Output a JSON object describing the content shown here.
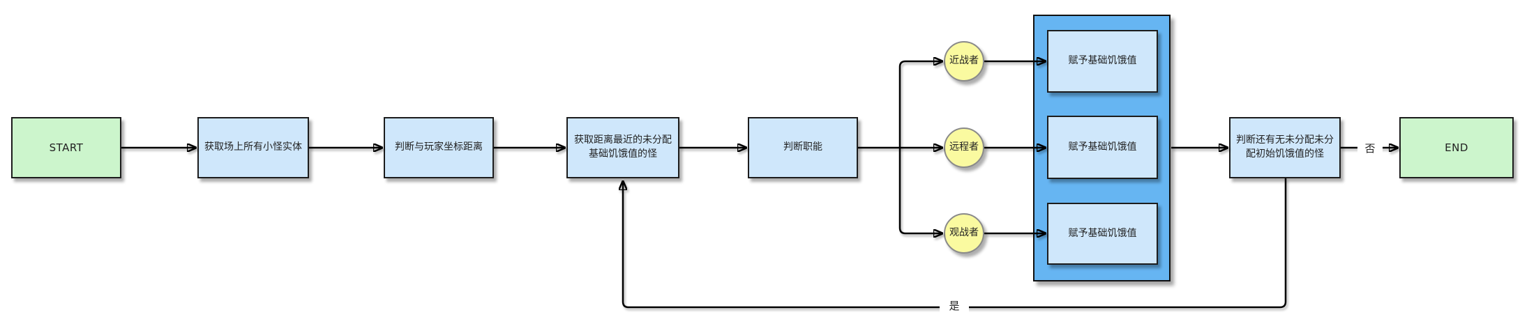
{
  "colors": {
    "terminal_fill": "#ccf5cc",
    "process_fill": "#cfe7fb",
    "role_fill": "#fafaa0",
    "group_fill": "#66b5f2",
    "line_color": "#000000"
  },
  "nodes": {
    "start": "START",
    "get_mobs": "获取场上所有小怪实体",
    "judge_distance": "判断与玩家坐标距离",
    "get_nearest": "获取距离最近的未分配基础饥饿值的怪",
    "judge_role": "判断职能",
    "role_melee": "近战者",
    "role_ranged": "远程者",
    "role_spectator": "观战者",
    "assign_melee": "赋予基础饥饿值",
    "assign_ranged": "赋予基础饥饿值",
    "assign_spectator": "赋予基础饥饿值",
    "judge_remaining": "判断还有无未分配未分配初始饥饿值的怪",
    "end": "END"
  },
  "edge_labels": {
    "no": "否",
    "yes": "是"
  }
}
